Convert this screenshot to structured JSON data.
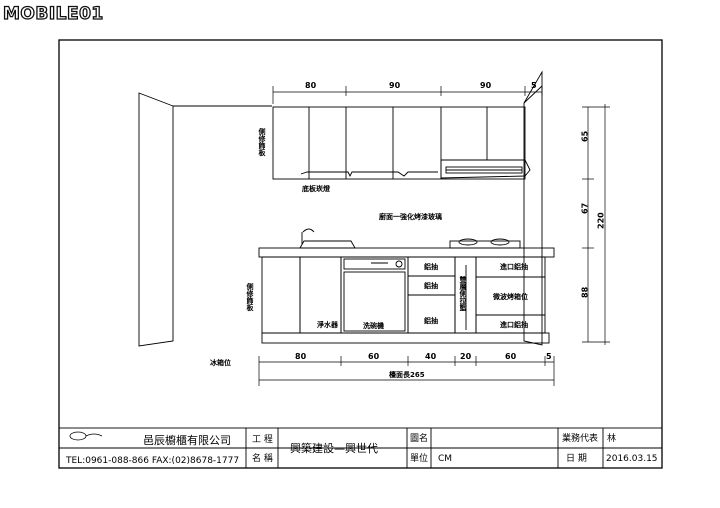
{
  "logo": {
    "text": "MOBILE01"
  },
  "labels": {
    "upper_side_panel": "側修飾板",
    "upper_bottom_panel": "底板崁燈",
    "backsplash": "廚面一強化烤漆玻璃",
    "lower_side_panel": "側修飾板",
    "sink": "淨水器",
    "dishwasher": "洗碗機",
    "drawer_1": "鋁抽",
    "drawer_2": "鋁抽",
    "drawer_3": "鋁抽",
    "double_drawer": "雙層側拉籃",
    "oven_top": "進口鋁抽",
    "oven_mid": "微波烤箱位",
    "oven_bot": "進口鋁抽",
    "fridge": "冰箱位"
  },
  "dims": {
    "top": [
      "80",
      "90",
      "90",
      "5"
    ],
    "right_parts": [
      "65",
      "67",
      "88"
    ],
    "right_total": "220",
    "bottom": [
      "80",
      "60",
      "40",
      "20",
      "60",
      "5"
    ],
    "total": "檯面長265"
  },
  "title_block": {
    "company": "邑辰櫥櫃有限公司",
    "contact": "TEL:0961-088-866  FAX:(02)8678-1777",
    "project_label_1": "工 程",
    "project_label_2": "名 稱",
    "project_name": "興築建設—興世代",
    "drawing_label": "圖名",
    "drawing_name": "",
    "unit_label": "單位",
    "unit_value": "CM",
    "rep_label": "業務代表",
    "rep_value": "林",
    "date_label": "日 期",
    "date_value": "2016.03.15"
  }
}
